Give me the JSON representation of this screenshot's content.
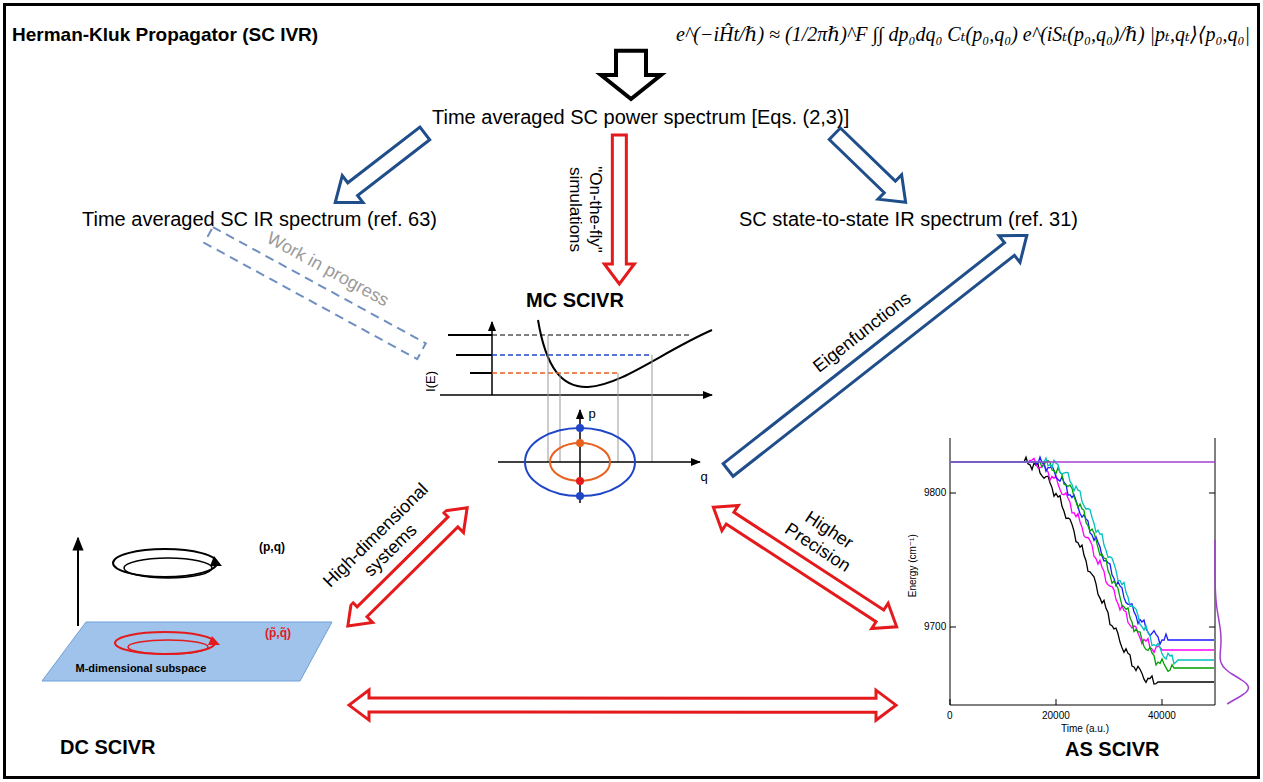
{
  "diagram": {
    "nodes": [
      {
        "text": [
          "Herman-Kluk Propagator (SC IVR)",
          "e^(−iĤt/ℏ) ≈ (1/2πℏ)^F ∫∫ dp₀dq₀ Cₜ(p₀,q₀) e^(iSₜ(p₀,q₀)/ℏ) |pₜ,qₜ⟩⟨p₀,q₀|"
        ]
      },
      {
        "text": [
          "Time averaged SC power spectrum [Eqs. (2,3)]"
        ]
      },
      {
        "text": [
          "Time averaged SC IR spectrum (ref. 63)"
        ]
      },
      {
        "text": [
          "SC state-to-state IR spectrum (ref. 31)"
        ]
      },
      {
        "text": [
          "MC SCIVR"
        ]
      },
      {
        "text": [
          "DC SCIVR"
        ]
      },
      {
        "text": [
          "AS SCIVR"
        ]
      }
    ],
    "edges": [
      {
        "from": 0,
        "to": 1,
        "arrow": "to"
      },
      {
        "from": 1,
        "to": 4,
        "arrow": "to",
        "label": "\"On-the-fly\" simulations"
      },
      {
        "from": 1,
        "to": 2,
        "arrow": "to"
      },
      {
        "from": 1,
        "to": 3,
        "arrow": "to"
      },
      {
        "from": 4,
        "to": 3,
        "arrow": "to",
        "label": "Eigenfunctions"
      },
      {
        "from": 2,
        "to": 4,
        "arrow": "none",
        "label": "Work in progress"
      },
      {
        "from": 4,
        "to": 5,
        "arrow": "both",
        "label": "High-dimensional systems"
      },
      {
        "from": 4,
        "to": 6,
        "arrow": "both",
        "label": "Higher Precision"
      },
      {
        "from": 5,
        "to": 6,
        "arrow": "both"
      }
    ],
    "labels": [
      "I(E)",
      "p",
      "q",
      "(p,q)",
      "(p̃,q̃)",
      "M-dimensional subspace",
      "9800",
      "9700",
      "0",
      "20000",
      "40000",
      "Time (a.u.)",
      "Energy (cm⁻¹)"
    ]
  }
}
